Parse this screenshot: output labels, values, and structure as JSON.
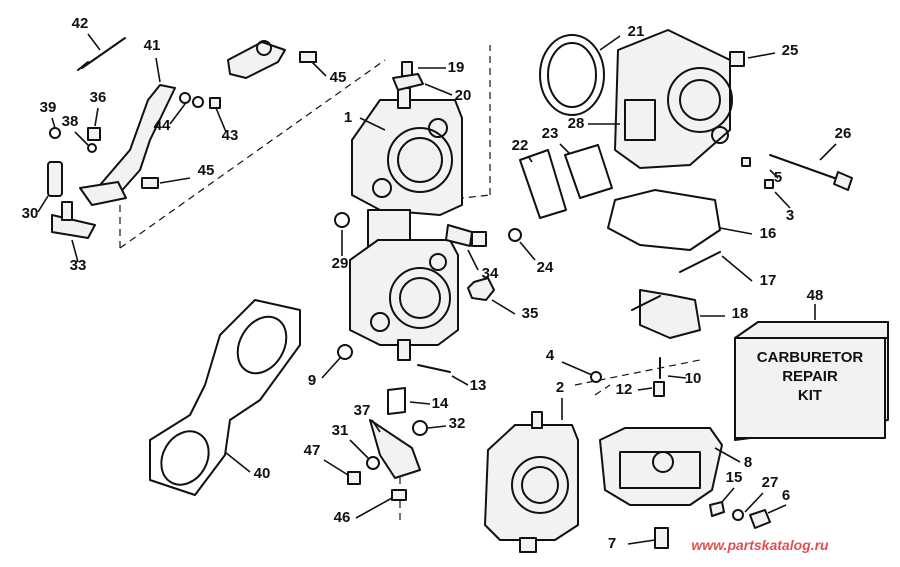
{
  "repair_kit": {
    "line1": "CARBURETOR",
    "line2": "REPAIR",
    "line3": "KIT"
  },
  "watermark": "www.partskatalog.ru",
  "callouts": [
    {
      "num": "1"
    },
    {
      "num": "2"
    },
    {
      "num": "3"
    },
    {
      "num": "4"
    },
    {
      "num": "5"
    },
    {
      "num": "6"
    },
    {
      "num": "7"
    },
    {
      "num": "8"
    },
    {
      "num": "9"
    },
    {
      "num": "10"
    },
    {
      "num": "12"
    },
    {
      "num": "13"
    },
    {
      "num": "14"
    },
    {
      "num": "15"
    },
    {
      "num": "16"
    },
    {
      "num": "17"
    },
    {
      "num": "18"
    },
    {
      "num": "19"
    },
    {
      "num": "20"
    },
    {
      "num": "21"
    },
    {
      "num": "22"
    },
    {
      "num": "23"
    },
    {
      "num": "24"
    },
    {
      "num": "25"
    },
    {
      "num": "26"
    },
    {
      "num": "27"
    },
    {
      "num": "28"
    },
    {
      "num": "29"
    },
    {
      "num": "30"
    },
    {
      "num": "31"
    },
    {
      "num": "32"
    },
    {
      "num": "33"
    },
    {
      "num": "34"
    },
    {
      "num": "35"
    },
    {
      "num": "36"
    },
    {
      "num": "37"
    },
    {
      "num": "38"
    },
    {
      "num": "39"
    },
    {
      "num": "40"
    },
    {
      "num": "41"
    },
    {
      "num": "42"
    },
    {
      "num": "43"
    },
    {
      "num": "44"
    },
    {
      "num": "45"
    },
    {
      "num": "45"
    },
    {
      "num": "46"
    },
    {
      "num": "47"
    },
    {
      "num": "48"
    }
  ]
}
